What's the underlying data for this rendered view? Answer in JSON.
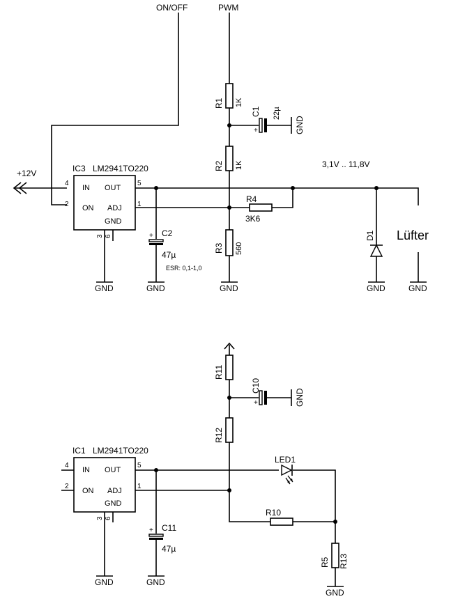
{
  "net_labels": {
    "on_off": "ON/OFF",
    "pwm": "PWM",
    "plus12v": "+12V",
    "voltage_range": "3,1V .. 11,8V",
    "fan": "Lüfter",
    "gnd": "GND",
    "esr_note": "ESR: 0,1-1,0"
  },
  "ic3": {
    "name": "IC3",
    "type": "LM2941TO220",
    "pins": {
      "in": "IN",
      "on": "ON",
      "out": "OUT",
      "adj": "ADJ",
      "gnd": "GND"
    },
    "pin_numbers": {
      "p4": "4",
      "p2": "2",
      "p5": "5",
      "p1": "1",
      "p3": "3",
      "p6": "6"
    }
  },
  "ic1": {
    "name": "IC1",
    "type": "LM2941TO220",
    "pins": {
      "in": "IN",
      "on": "ON",
      "out": "OUT",
      "adj": "ADJ",
      "gnd": "GND"
    },
    "pin_numbers": {
      "p4": "4",
      "p2": "2",
      "p5": "5",
      "p1": "1",
      "p3": "3",
      "p6": "6"
    }
  },
  "components": {
    "r1": {
      "name": "R1",
      "value": "1K"
    },
    "r2": {
      "name": "R2",
      "value": "1K"
    },
    "r3": {
      "name": "R3",
      "value": "560"
    },
    "r4": {
      "name": "R4",
      "value": "3K6"
    },
    "c1": {
      "name": "C1",
      "value": "22µ"
    },
    "c2": {
      "name": "C2",
      "value": "47µ"
    },
    "d1": {
      "name": "D1"
    },
    "r11": {
      "name": "R11"
    },
    "r12": {
      "name": "R12"
    },
    "c10": {
      "name": "C10"
    },
    "c11": {
      "name": "C11",
      "value": "47µ"
    },
    "led1": {
      "name": "LED1"
    },
    "r10": {
      "name": "R10"
    },
    "r5": {
      "name": "R5"
    },
    "r13": {
      "name": "R13"
    }
  },
  "polarity_mark": "+"
}
